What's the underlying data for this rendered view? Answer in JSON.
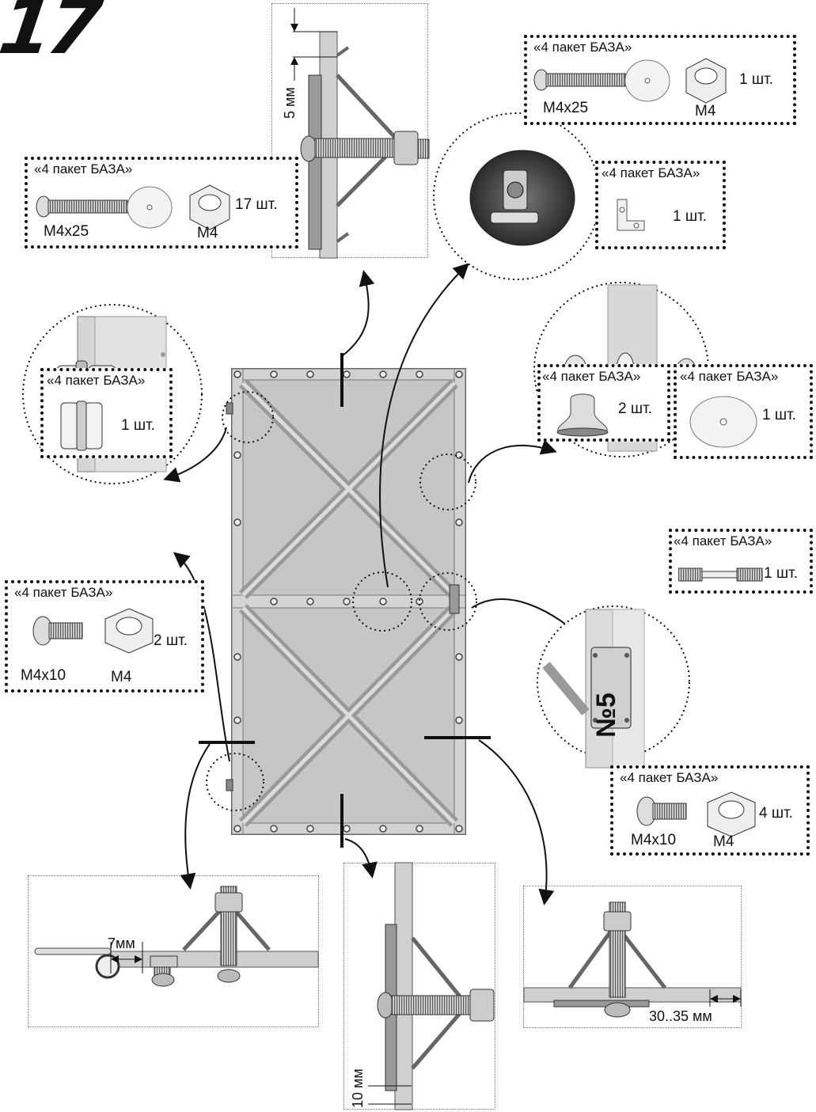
{
  "step_number": "17",
  "pack_label": "«4 пакет БАЗА»",
  "boxes": {
    "top_left": {
      "title": "«4 пакет БАЗА»",
      "screw": "M4x25",
      "nut": "M4",
      "qty": "17 шт."
    },
    "top_right": {
      "title": "«4 пакет БАЗА»",
      "screw": "M4x25",
      "nut": "M4",
      "qty": "1 шт."
    },
    "bracket": {
      "title": "«4 пакет БАЗА»",
      "qty": "1 шт."
    },
    "hinge": {
      "title": "«4 пакет БАЗА»",
      "qty": "1 шт."
    },
    "hinge_screws": {
      "title": "«4 пакет БАЗА»",
      "screw": "M4x10",
      "nut": "M4",
      "qty": "2 шт."
    },
    "knob": {
      "title": "«4 пакет БАЗА»",
      "qty": "2 шт."
    },
    "washer": {
      "title": "«4 пакет БАЗА»",
      "qty": "1 шт."
    },
    "stud": {
      "title": "«4 пакет БАЗА»",
      "qty": "1 шт."
    },
    "latch_screws": {
      "title": "«4 пакет БАЗА»",
      "screw": "M4x10",
      "nut": "M4",
      "qty": "4 шт."
    }
  },
  "latch_label": "№5",
  "dimensions": {
    "top": "5 мм",
    "hinge_offset": "7мм",
    "bottom": "10 мм",
    "right_offset": "30..35 мм"
  }
}
